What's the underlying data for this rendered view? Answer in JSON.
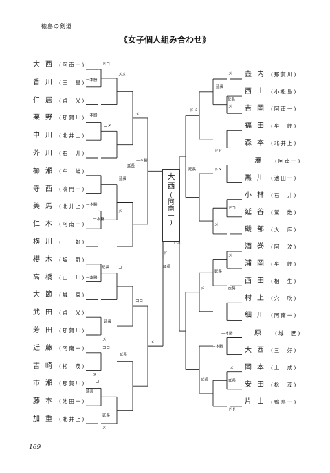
{
  "header": "徳島の剣道",
  "title": "《女子個人組み合わせ》",
  "page_number": "169",
  "winner": {
    "name_chars": [
      "大",
      "西"
    ],
    "team_chars": [
      "(",
      "阿",
      "南",
      "一",
      ")"
    ]
  },
  "left_players": [
    {
      "name": "大西",
      "team": "(阿南一)"
    },
    {
      "name": "香川",
      "team": "(三　島)"
    },
    {
      "name": "仁居",
      "team": "(貞　光)"
    },
    {
      "name": "栗野",
      "team": "(那賀川)"
    },
    {
      "name": "中川",
      "team": "(北井上)"
    },
    {
      "name": "芥川",
      "team": "(石　井)"
    },
    {
      "name": "櫛瀬",
      "team": "(牟　岐)"
    },
    {
      "name": "寺西",
      "team": "(鳴門一)"
    },
    {
      "name": "美馬",
      "team": "(北井上)"
    },
    {
      "name": "仁木",
      "team": "(阿南一)"
    },
    {
      "name": "横川",
      "team": "(三　好)"
    },
    {
      "name": "櫻木",
      "team": "(坂　野)"
    },
    {
      "name": "高橋",
      "team": "(山　川)"
    },
    {
      "name": "大節",
      "team": "(城　東)"
    },
    {
      "name": "武田",
      "team": "(貞　光)"
    },
    {
      "name": "芳田",
      "team": "(那賀川)"
    },
    {
      "name": "近藤",
      "team": "(阿南一)"
    },
    {
      "name": "吉崎",
      "team": "(松　茂)"
    },
    {
      "name": "市瀬",
      "team": "(那賀川)"
    },
    {
      "name": "藤本",
      "team": "(池田一)"
    },
    {
      "name": "加重",
      "team": "(北井上)"
    }
  ],
  "right_players": [
    {
      "name": "壺内",
      "team": "(那賀川)"
    },
    {
      "name": "西山",
      "team": "(小松島)"
    },
    {
      "name": "吉岡",
      "team": "(阿南一)"
    },
    {
      "name": "福田",
      "team": "(牟　岐)"
    },
    {
      "name": "森本",
      "team": "(北井上)"
    },
    {
      "name": "湊",
      "team": "(阿南一)"
    },
    {
      "name": "黒川",
      "team": "(池田一)"
    },
    {
      "name": "小林",
      "team": "(石　井)"
    },
    {
      "name": "延谷",
      "team": "(鷲　敷)"
    },
    {
      "name": "磯部",
      "team": "(大　麻)"
    },
    {
      "name": "酒巻",
      "team": "(阿　波)"
    },
    {
      "name": "浦岡",
      "team": "(牟　岐)"
    },
    {
      "name": "西田",
      "team": "(相　生)"
    },
    {
      "name": "村上",
      "team": "(穴　吹)"
    },
    {
      "name": "細川",
      "team": "(阿南一)"
    },
    {
      "name": "原",
      "team": "(城　西)"
    },
    {
      "name": "大西",
      "team": "(三　好)"
    },
    {
      "name": "岡本",
      "team": "(土　成)"
    },
    {
      "name": "安田",
      "team": "(松　茂)"
    },
    {
      "name": "片山",
      "team": "(鴨島一)"
    }
  ],
  "annotations": {
    "encho": "延長",
    "ippon_gachi": "一本勝",
    "marks": [
      "ドコ",
      "メ",
      "コ",
      "ドド",
      "メメ",
      "コメ",
      "ドメ",
      "ココ",
      "ド"
    ]
  }
}
